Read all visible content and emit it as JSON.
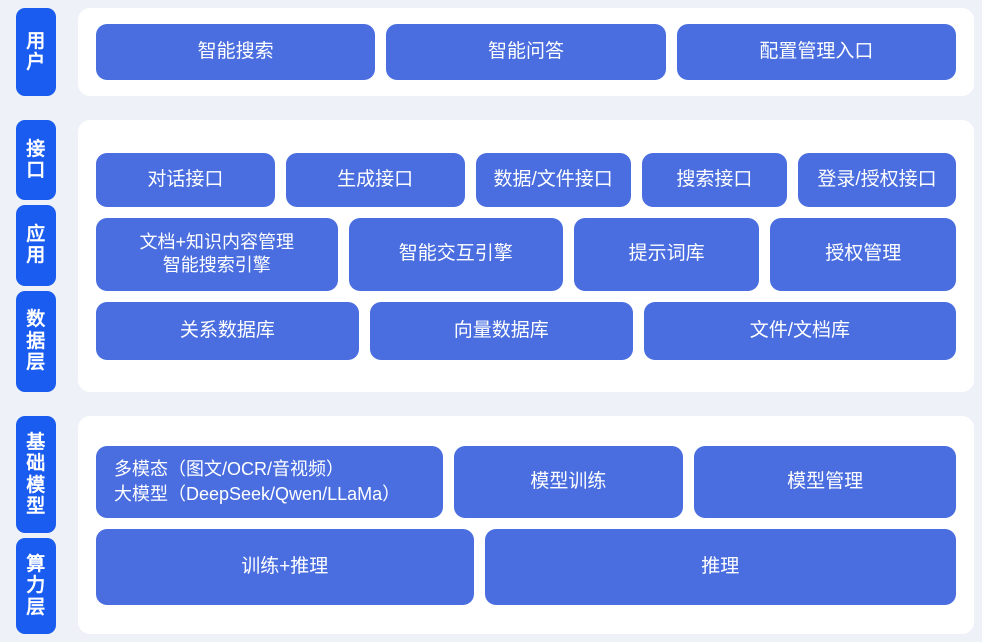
{
  "theme": {
    "background": "#eef1f8",
    "panel": "#ffffff",
    "tag_blue": "#1A5CF0",
    "box_blue": "#4A6EE0",
    "text": "#ffffff"
  },
  "sections": [
    {
      "id": "user-section",
      "tags": [
        {
          "id": "tag-user",
          "label": "用户"
        }
      ],
      "rows": [
        {
          "id": "row-user",
          "boxes": [
            {
              "id": "box-smart-search",
              "label": "智能搜索",
              "flex": 1.27
            },
            {
              "id": "box-smart-qa",
              "label": "智能问答",
              "flex": 1.27
            },
            {
              "id": "box-config-management-entry",
              "label": "配置管理入口",
              "flex": 1.27
            }
          ]
        }
      ]
    },
    {
      "id": "platform-section",
      "tags": [
        {
          "id": "tag-interface",
          "label": "接口"
        },
        {
          "id": "tag-application",
          "label": "应用"
        },
        {
          "id": "tag-data-layer",
          "label": "数据层"
        }
      ],
      "rows": [
        {
          "id": "row-api",
          "boxes": [
            {
              "id": "box-dialog-api",
              "label": "对话接口",
              "flex": 1.17
            },
            {
              "id": "box-generation-api",
              "label": "生成接口",
              "flex": 1.17
            },
            {
              "id": "box-data-file-api",
              "label": "数据/文件接口",
              "flex": 1.0
            },
            {
              "id": "box-search-api",
              "label": "搜索接口",
              "flex": 0.93
            },
            {
              "id": "box-login-auth-api",
              "label": "登录/授权接口",
              "flex": 1.02
            }
          ]
        },
        {
          "id": "row-app",
          "boxes": [
            {
              "id": "box-doc-knowledge-management",
              "label": "文档+知识内容管理\n智能搜索引擎",
              "flex": 1.33,
              "multiline": true
            },
            {
              "id": "box-smart-interaction-engine",
              "label": "智能交互引擎",
              "flex": 1.17
            },
            {
              "id": "box-prompt-library",
              "label": "提示词库",
              "flex": 1.0
            },
            {
              "id": "box-authorization-management",
              "label": "授权管理",
              "flex": 1.0
            }
          ]
        },
        {
          "id": "row-data",
          "boxes": [
            {
              "id": "box-relational-database",
              "label": "关系数据库",
              "flex": 1.0
            },
            {
              "id": "box-vector-database",
              "label": "向量数据库",
              "flex": 1.0
            },
            {
              "id": "box-file-document-store",
              "label": "文件/文档库",
              "flex": 1.2
            }
          ]
        }
      ]
    },
    {
      "id": "infrastructure-section",
      "tags": [
        {
          "id": "tag-foundation-model",
          "label": "基础模型"
        },
        {
          "id": "tag-compute-layer",
          "label": "算力层"
        }
      ],
      "rows": [
        {
          "id": "row-model",
          "boxes": [
            {
              "id": "box-multimodal-large-model",
              "label": "多模态（图文/OCR/音视频）\n大模型（DeepSeek/Qwen/LLaMa）",
              "flex": 1.5,
              "multiline": true
            },
            {
              "id": "box-model-training",
              "label": "模型训练",
              "flex": 1.0
            },
            {
              "id": "box-model-management",
              "label": "模型管理",
              "flex": 1.15
            }
          ]
        },
        {
          "id": "row-compute",
          "boxes": [
            {
              "id": "box-training-inference",
              "label": "训练+推理",
              "flex": 1.0
            },
            {
              "id": "box-inference",
              "label": "推理",
              "flex": 1.26
            }
          ]
        }
      ]
    }
  ]
}
